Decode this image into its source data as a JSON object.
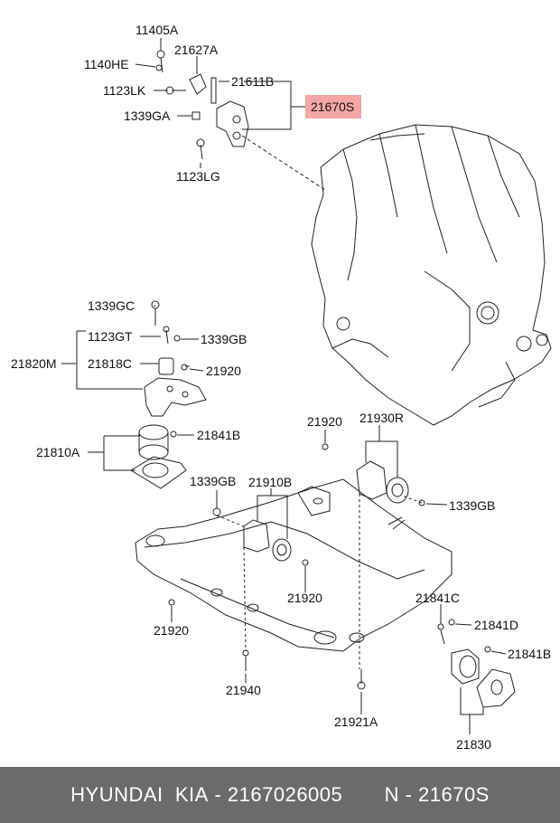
{
  "labels": {
    "p11405A": "11405A",
    "p1140HE": "1140HE",
    "p21627A": "21627A",
    "p1123LK": "1123LK",
    "p21611B": "21611B",
    "p21670S": "21670S",
    "p1339GA": "1339GA",
    "p1123LG": "1123LG",
    "p1339GC": "1339GC",
    "p1123GT": "1123GT",
    "p1339GB_top": "1339GB",
    "p21820M": "21820M",
    "p21818C": "21818C",
    "p21920_top": "21920",
    "p21810A": "21810A",
    "p21841B_top": "21841B",
    "p21920_mid": "21920",
    "p21930R": "21930R",
    "p1339GB_mid": "1339GB",
    "p1339GB_left": "1339GB",
    "p21910B": "21910B",
    "p21920_low": "21920",
    "p21920_left": "21920",
    "p21841C": "21841C",
    "p21841D": "21841D",
    "p21841B_low": "21841B",
    "p21940": "21940",
    "p21921A": "21921A",
    "p21830": "21830"
  },
  "highlight_color": "#f4a6a6",
  "footer": {
    "brand": "HYUNDAI  KIA",
    "part_number": "2167026005",
    "ref": "N - 21670S"
  }
}
